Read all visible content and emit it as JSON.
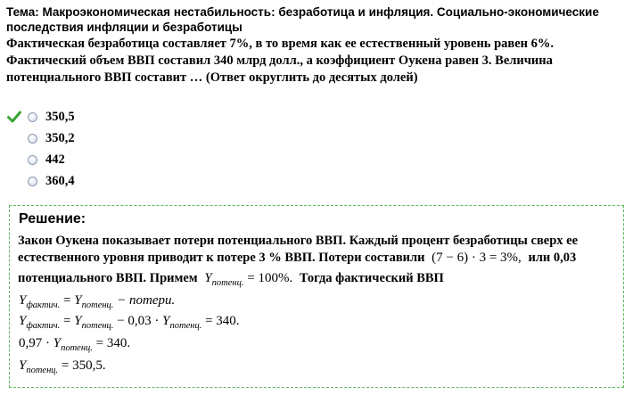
{
  "topic": "Тема: Макроэкономическая нестабильность: безработица и инфляция. Социально-экономические последствия инфляции и безработицы",
  "question": "Фактическая безработица составляет 7%, в то время как ее естественный уровень равен 6%. Фактический объем ВВП составил 340 млрд долл., а коэффициент Оукена равен 3. Величина потенциального ВВП составит … (Ответ округлить до десятых долей)",
  "options": [
    {
      "label": "350,5",
      "correct": true
    },
    {
      "label": "350,2",
      "correct": false
    },
    {
      "label": "442",
      "correct": false
    },
    {
      "label": "360,4",
      "correct": false
    }
  ],
  "solution": {
    "title": "Решение:",
    "line1": "Закон Оукена показывает потери потенциального ВВП. Каждый процент безработицы сверх ее",
    "line2_text": "естественного уровня приводит к потере 3 % ВВП. Потери составили",
    "line2_math": "(7 − 6) · 3 = 3%,",
    "line2_tail": "или 0,03",
    "line3_text": "потенциального ВВП. Примем",
    "line3_math_var": "Y",
    "line3_math_sub": "потенц.",
    "line3_math_rest": " = 100%.",
    "line3_tail": "Тогда фактический ВВП",
    "eq1": {
      "lhs_var": "Y",
      "lhs_sub": "фактич.",
      "op": " = ",
      "rhs_var": "Y",
      "rhs_sub": "потенц.",
      "rest": " − потери."
    },
    "eq2": {
      "lhs_var": "Y",
      "lhs_sub": "фактич.",
      "op": " = ",
      "rhs_var": "Y",
      "rhs_sub": "потенц.",
      "mid": " − 0,03 · ",
      "var2": "Y",
      "sub2": "потенц.",
      "rest": " = 340."
    },
    "eq3": {
      "pre": "0,97 · ",
      "var": "Y",
      "sub": "потенц.",
      "rest": " = 340."
    },
    "eq4": {
      "var": "Y",
      "sub": "потенц.",
      "rest": " = 350,5."
    }
  },
  "colors": {
    "check": "#3aa335",
    "solution_border": "#5cb85c"
  }
}
